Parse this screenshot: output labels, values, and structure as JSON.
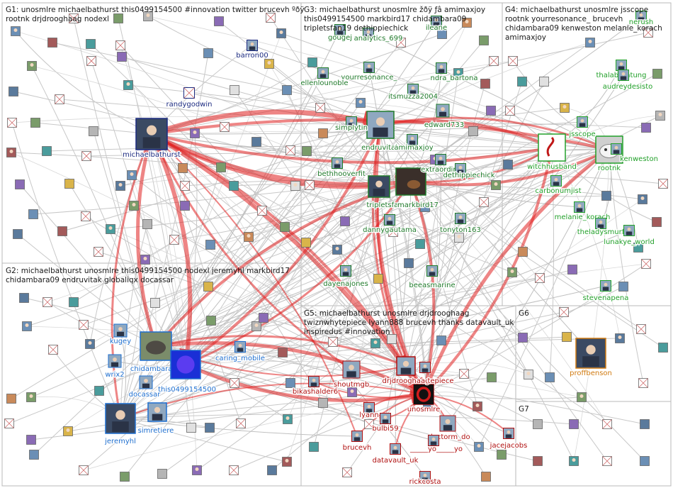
{
  "groups": [
    {
      "id": "G1",
      "lines": [
        "G1: unosmlre michaelbathurst this0499154500 #innovation twitter brucevh ºðÿ",
        "rootnk drjdrooghaag nodexl"
      ],
      "color": "#1b2a80"
    },
    {
      "id": "G2",
      "lines": [
        "G2: michaelbathurst unosmlre this0499154500 nodexl jeremyhl markbird17",
        "chidambara09 endruvitak globaliqx docassar"
      ],
      "color": "#1f6fcf"
    },
    {
      "id": "G3",
      "lines": [
        "G3: michaelbathurst unosmlre žðÿ ƒâ amimaxjoy",
        "this0499154500 markbird17 chidambara09",
        "tripletsfan19 dethippiechick"
      ],
      "color": "#1f7a2a"
    },
    {
      "id": "G4",
      "lines": [
        "G4: michaelbathurst unosmlre jsscope",
        "rootnk yourresonance_ brucevh",
        "chidambara09 kenweston melanie_korach",
        "amimaxjoy"
      ],
      "color": "#22a02a"
    },
    {
      "id": "G5",
      "lines": [
        "G5: michaelbathurst unosmlre drjdrooghaag",
        "twiznwhytepiece lyann888 brucevh thanks datavault_uk",
        "inspiredus #innovation"
      ],
      "color": "#b01010"
    },
    {
      "id": "G6",
      "lines": [
        "G6"
      ],
      "color": "#d07a10"
    },
    {
      "id": "G7",
      "lines": [
        "G7"
      ],
      "color": "#333333"
    }
  ],
  "nodes": [
    {
      "id": "michaelbathurst",
      "label": "michaelbathurst",
      "group": "G1",
      "size": "large",
      "color": "#1b2a80",
      "icon": "person-photo"
    },
    {
      "id": "randygodwin",
      "label": "randygodwin",
      "group": "G1",
      "size": "small",
      "color": "#1b2a80",
      "icon": "placeholder"
    },
    {
      "id": "barron00",
      "label": "barron00",
      "group": "G1",
      "size": "small",
      "color": "#1b2a80",
      "icon": "avatar"
    },
    {
      "id": "chidambara09",
      "label": "chidambara09",
      "group": "G2",
      "size": "large",
      "color": "#1f6fcf",
      "icon": "elephant-photo"
    },
    {
      "id": "this0499154500",
      "label": "this0499154500",
      "group": "G2",
      "size": "medium",
      "color": "#1f6fcf",
      "icon": "blue-face"
    },
    {
      "id": "jeremyhl",
      "label": "jeremyhl",
      "group": "G2",
      "size": "large",
      "color": "#1f6fcf",
      "icon": "person-photo"
    },
    {
      "id": "simretiere",
      "label": "simretiere",
      "group": "G2",
      "size": "medium",
      "color": "#1f6fcf",
      "icon": "avatar"
    },
    {
      "id": "kugey",
      "label": "kugey",
      "group": "G2",
      "size": "small",
      "color": "#1f6fcf",
      "icon": "avatar"
    },
    {
      "id": "wrix2",
      "label": "wrix2",
      "group": "G2",
      "size": "small",
      "color": "#1f6fcf",
      "icon": "avatar"
    },
    {
      "id": "docassar",
      "label": "docassar",
      "group": "G2",
      "size": "small",
      "color": "#1f6fcf",
      "icon": "avatar"
    },
    {
      "id": "caring_mobile",
      "label": "caring_mobile",
      "group": "G2",
      "size": "small",
      "color": "#1f6fcf",
      "icon": "avatar"
    },
    {
      "id": "endruvitak",
      "label": "endruvitak",
      "group": "G3",
      "size": "large",
      "color": "#1f7a2a",
      "icon": "avatar"
    },
    {
      "id": "tripletsfan",
      "label": "tripletsfan",
      "group": "G3",
      "size": "medium",
      "color": "#1f7a2a",
      "icon": "person-photo"
    },
    {
      "id": "markbird17",
      "label": "markbird17",
      "group": "G3",
      "size": "large",
      "color": "#1f7a2a",
      "icon": "guitar-photo"
    },
    {
      "id": "yourresonance",
      "label": "yourresonance_",
      "group": "G3",
      "size": "small",
      "color": "#1f7a2a",
      "icon": "avatar"
    },
    {
      "id": "ellenlounoble",
      "label": "ellenlounoble",
      "group": "G3",
      "size": "small",
      "color": "#1f7a2a",
      "icon": "avatar"
    },
    {
      "id": "sandra_bartona",
      "label": "ndra_bartona",
      "group": "G3",
      "size": "small",
      "color": "#1f7a2a",
      "icon": "avatar"
    },
    {
      "id": "itsmuzza2004",
      "label": "itsmuzza2004",
      "group": "G3",
      "size": "small",
      "color": "#1f7a2a",
      "icon": "avatar"
    },
    {
      "id": "simplytiny",
      "label": "simplytin",
      "group": "G3",
      "size": "small",
      "color": "#1f7a2a",
      "icon": "avatar"
    },
    {
      "id": "edward733",
      "label": "edward733",
      "group": "G3",
      "size": "small",
      "color": "#1f7a2a",
      "icon": "avatar"
    },
    {
      "id": "amimaxjoy",
      "label": "amimaxjoy",
      "group": "G3",
      "size": "small",
      "color": "#1f7a2a",
      "icon": "avatar"
    },
    {
      "id": "extraordinary",
      "label": "extraordinar",
      "group": "G3",
      "size": "small",
      "color": "#1f7a2a",
      "icon": "avatar"
    },
    {
      "id": "dethippiechick",
      "label": "dethippiechick",
      "group": "G3",
      "size": "small",
      "color": "#1f7a2a",
      "icon": "avatar"
    },
    {
      "id": "bethhooverfit",
      "label": "bethhooverfit",
      "group": "G3",
      "size": "small",
      "color": "#1f7a2a",
      "icon": "avatar"
    },
    {
      "id": "dannygautama",
      "label": "dannygautama",
      "group": "G3",
      "size": "small",
      "color": "#1f7a2a",
      "icon": "avatar"
    },
    {
      "id": "tonyton163",
      "label": "tonyton163",
      "group": "G3",
      "size": "small",
      "color": "#1f7a2a",
      "icon": "avatar"
    },
    {
      "id": "dayenajones",
      "label": "dayenajones",
      "group": "G3",
      "size": "small",
      "color": "#1f7a2a",
      "icon": "avatar"
    },
    {
      "id": "beeasmarine",
      "label": "beeasmarine",
      "group": "G3",
      "size": "small",
      "color": "#1f7a2a",
      "icon": "avatar"
    },
    {
      "id": "analytics_699",
      "label": "analytics_699",
      "group": "G3",
      "size": "small",
      "color": "#1f7a2a",
      "icon": "avatar"
    },
    {
      "id": "gougej",
      "label": "gougej",
      "group": "G3",
      "size": "small",
      "color": "#1f7a2a",
      "icon": "avatar"
    },
    {
      "id": "ileane",
      "label": "ileane",
      "group": "G3",
      "size": "small",
      "color": "#1f7a2a",
      "icon": "avatar"
    },
    {
      "id": "witchhusband",
      "label": "witchhusband",
      "group": "G4",
      "size": "large",
      "color": "#22a02a",
      "icon": "logo"
    },
    {
      "id": "rootnk",
      "label": "rootnk",
      "group": "G4",
      "size": "large",
      "color": "#22a02a",
      "icon": "animal-photo"
    },
    {
      "id": "jsscope",
      "label": "jsscope",
      "group": "G4",
      "size": "small",
      "color": "#22a02a",
      "icon": "avatar"
    },
    {
      "id": "kenweston",
      "label": "kenweston",
      "group": "G4",
      "size": "small",
      "color": "#22a02a",
      "icon": "avatar"
    },
    {
      "id": "thalaberatung",
      "label": "thalaberatung",
      "group": "G4",
      "size": "small",
      "color": "#22a02a",
      "icon": "avatar"
    },
    {
      "id": "audreydesisto",
      "label": "audreydesisto",
      "group": "G4",
      "size": "small",
      "color": "#22a02a",
      "icon": "avatar"
    },
    {
      "id": "carbonumjist",
      "label": "carbonumjist",
      "group": "G4",
      "size": "small",
      "color": "#22a02a",
      "icon": "avatar"
    },
    {
      "id": "melanie_korach",
      "label": "melanie_korach",
      "group": "G4",
      "size": "small",
      "color": "#22a02a",
      "icon": "avatar"
    },
    {
      "id": "theladysmurf",
      "label": "theladysmurf",
      "group": "G4",
      "size": "small",
      "color": "#22a02a",
      "icon": "avatar"
    },
    {
      "id": "lunakye_world",
      "label": "lunakye_world",
      "group": "G4",
      "size": "small",
      "color": "#22a02a",
      "icon": "avatar"
    },
    {
      "id": "stevenapena",
      "label": "stevenapena",
      "group": "G4",
      "size": "small",
      "color": "#22a02a",
      "icon": "avatar"
    },
    {
      "id": "nerush",
      "label": "nerush",
      "group": "G4",
      "size": "small",
      "color": "#22a02a",
      "icon": "avatar"
    },
    {
      "id": "unosmlre",
      "label": "unosmlre",
      "group": "G5",
      "size": "medium",
      "color": "#b01010",
      "icon": "logo"
    },
    {
      "id": "drjdrooghaag",
      "label": "drjdrooghaag",
      "group": "G5",
      "size": "medium",
      "color": "#b01010",
      "icon": "avatar"
    },
    {
      "id": "twiznwhytepiece",
      "label": "tepiece",
      "group": "G5",
      "size": "small",
      "color": "#b01010",
      "icon": "avatar"
    },
    {
      "id": "shoutmgb",
      "label": "shoutmgb",
      "group": "G5",
      "size": "small",
      "color": "#b01010",
      "icon": "avatar"
    },
    {
      "id": "bikashalder6",
      "label": "bikashalder6",
      "group": "G5",
      "size": "small",
      "color": "#b01010",
      "icon": "avatar"
    },
    {
      "id": "lyann888",
      "label": "lyann",
      "group": "G5",
      "size": "small",
      "color": "#b01010",
      "icon": "avatar"
    },
    {
      "id": "bulbi59",
      "label": "bulbi59",
      "group": "G5",
      "size": "small",
      "color": "#b01010",
      "icon": "avatar"
    },
    {
      "id": "doctorm_do",
      "label": "doctorm_do",
      "group": "G5",
      "size": "small",
      "color": "#b01010",
      "icon": "avatar"
    },
    {
      "id": "brucevh",
      "label": "brucevh",
      "group": "G5",
      "size": "small",
      "color": "#b01010",
      "icon": "avatar"
    },
    {
      "id": "yo",
      "label": "_____yo_____yo",
      "group": "G5",
      "size": "small",
      "color": "#b01010",
      "icon": "avatar"
    },
    {
      "id": "datavault_uk",
      "label": "datavault_uk",
      "group": "G5",
      "size": "small",
      "color": "#b01010",
      "icon": "avatar"
    },
    {
      "id": "jacejacobs",
      "label": "jacejacobs",
      "group": "G5",
      "size": "small",
      "color": "#b01010",
      "icon": "avatar"
    },
    {
      "id": "rickcosta",
      "label": "rickcosta",
      "group": "G5",
      "size": "small",
      "color": "#b01010",
      "icon": "avatar"
    },
    {
      "id": "proffbenson",
      "label": "proffbenson",
      "group": "G6",
      "size": "medium",
      "color": "#d07a10",
      "icon": "person-photo"
    }
  ]
}
